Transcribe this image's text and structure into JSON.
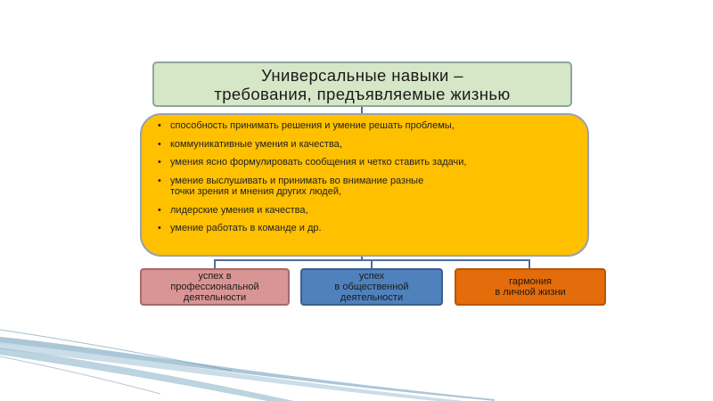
{
  "title": {
    "line1": "Универсальные  навыки –",
    "line2": "требования, предъявляемые жизнью"
  },
  "skills": {
    "items": [
      "способность принимать решения и умение решать проблемы,",
      "коммуникативные умения и качества,",
      "умения ясно формулировать сообщения и четко ставить задачи,",
      "умение выслушивать и принимать во внимание разные точки зрения и мнения других людей,",
      "лидерские умения и качества,",
      " умение работать в команде и др."
    ],
    "bullet": "•"
  },
  "outcomes": {
    "left": {
      "line1": "успех в",
      "line2": "профессиональной",
      "line3": "деятельности"
    },
    "center": {
      "line1": "успех",
      "line2": "в общественной",
      "line3": "деятельности"
    },
    "right": {
      "line1": "гармония",
      "line2": "в личной жизни"
    }
  },
  "colors": {
    "title_fill": "#d6e7c8",
    "main_fill": "#ffc000",
    "left_fill": "#d99594",
    "center_fill": "#4f81bd",
    "right_fill": "#e46c0a",
    "connector": "#4d6e9a"
  }
}
